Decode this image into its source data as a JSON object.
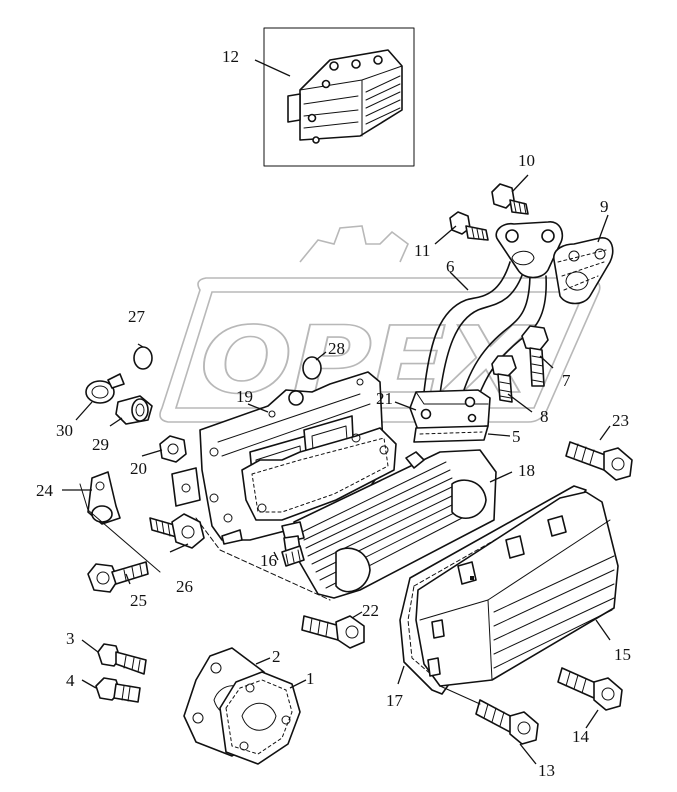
{
  "watermark": {
    "text": "OPEX",
    "color": "#b8b8b8"
  },
  "callouts": [
    {
      "id": "c1",
      "label": "1"
    },
    {
      "id": "c2",
      "label": "2"
    },
    {
      "id": "c3",
      "label": "3"
    },
    {
      "id": "c4",
      "label": "4"
    },
    {
      "id": "c5",
      "label": "5"
    },
    {
      "id": "c6",
      "label": "6"
    },
    {
      "id": "c7",
      "label": "7"
    },
    {
      "id": "c8",
      "label": "8"
    },
    {
      "id": "c9",
      "label": "9"
    },
    {
      "id": "c10",
      "label": "10"
    },
    {
      "id": "c11",
      "label": "11"
    },
    {
      "id": "c12",
      "label": "12"
    },
    {
      "id": "c13",
      "label": "13"
    },
    {
      "id": "c14",
      "label": "14"
    },
    {
      "id": "c15",
      "label": "15"
    },
    {
      "id": "c16",
      "label": "16"
    },
    {
      "id": "c17",
      "label": "17"
    },
    {
      "id": "c18",
      "label": "18"
    },
    {
      "id": "c19",
      "label": "19"
    },
    {
      "id": "c20",
      "label": "20"
    },
    {
      "id": "c21",
      "label": "21"
    },
    {
      "id": "c22",
      "label": "22"
    },
    {
      "id": "c23",
      "label": "23"
    },
    {
      "id": "c24",
      "label": "24"
    },
    {
      "id": "c25",
      "label": "25"
    },
    {
      "id": "c26",
      "label": "26"
    },
    {
      "id": "c27",
      "label": "27"
    },
    {
      "id": "c28",
      "label": "28"
    },
    {
      "id": "c29",
      "label": "29"
    },
    {
      "id": "c30",
      "label": "30"
    }
  ]
}
